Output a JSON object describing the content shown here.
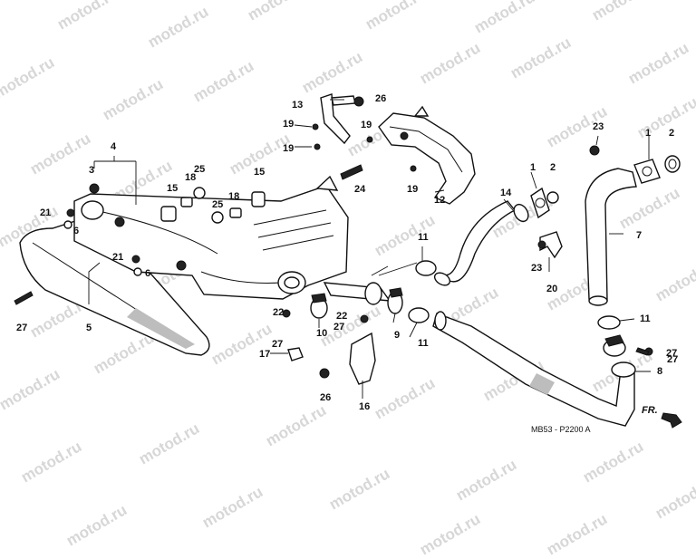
{
  "watermark": "motod.ru",
  "figure_code": "MB53 - P2200 A",
  "direction_label": "FR.",
  "callouts": [
    "1",
    "1",
    "2",
    "2",
    "3",
    "4",
    "5",
    "6",
    "6",
    "7",
    "8",
    "9",
    "10",
    "11",
    "11",
    "11",
    "12",
    "13",
    "14",
    "15",
    "15",
    "16",
    "17",
    "18",
    "18",
    "19",
    "19",
    "19",
    "19",
    "20",
    "21",
    "21",
    "22",
    "22",
    "23",
    "23",
    "24",
    "25",
    "25",
    "26",
    "26",
    "27",
    "27",
    "27",
    "27",
    "27"
  ]
}
